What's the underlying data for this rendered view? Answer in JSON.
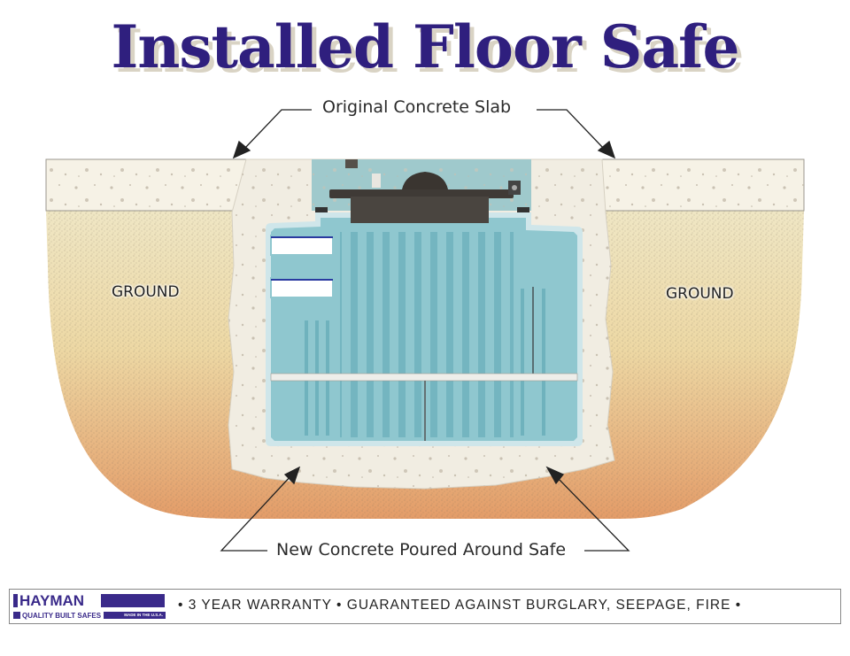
{
  "title": "Installed Floor Safe",
  "labels": {
    "top_callout": "Original Concrete Slab",
    "bottom_callout": "New Concrete Poured Around Safe",
    "ground_left": "GROUND",
    "ground_right": "GROUND"
  },
  "footer": {
    "brand": "HAYMAN",
    "tagline": "QUALITY BUILT SAFES",
    "made_in": "MADE IN THE U.S.A.",
    "message": "• 3 YEAR WARRANTY  •  GUARANTEED AGAINST BURGLARY, SEEPAGE, FIRE •"
  },
  "colors": {
    "title": "#2f1f7e",
    "title_shadow": "#d9d3c4",
    "ground_top": "#ece2b8",
    "ground_bottom": "#e6a06a",
    "concrete": "#f3efe4",
    "safe_body": "#8fc7cf",
    "safe_outline": "#cfe6ea",
    "lid": "#4a4540",
    "brand": "#3a2a8a"
  }
}
